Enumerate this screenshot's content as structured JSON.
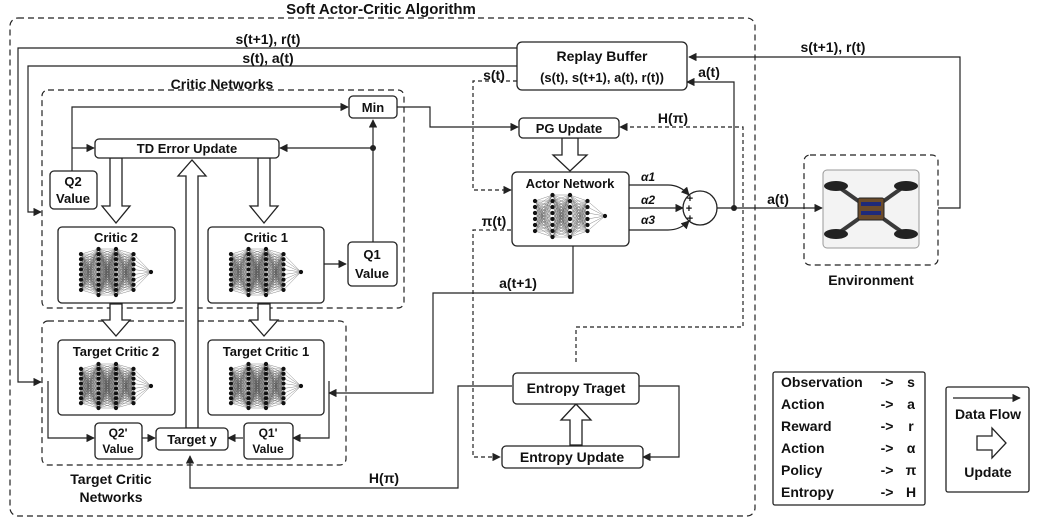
{
  "title": "Soft Actor-Critic Algorithm",
  "groups": {
    "critic": "Critic Networks",
    "target_critic_line1": "Target Critic",
    "target_critic_line2": "Networks"
  },
  "boxes": {
    "replay_line1": "Replay Buffer",
    "replay_line2": "(s(t), s(t+1), a(t), r(t))",
    "min": "Min",
    "td": "TD Error Update",
    "pg": "PG Update",
    "actor": "Actor Network",
    "q2_line1": "Q2",
    "q2_line2": "Value",
    "q1_line1": "Q1",
    "q1_line2": "Value",
    "critic2": "Critic 2",
    "critic1": "Critic 1",
    "target_critic2": "Target Critic 2",
    "target_critic1": "Target Critic 1",
    "q2p_line1": "Q2'",
    "q2p_line2": "Value",
    "q1p_line1": "Q1'",
    "q1p_line2": "Value",
    "target_y": "Target y",
    "entropy_target": "Entropy Traget",
    "entropy_update": "Entropy Update",
    "environment": "Environment"
  },
  "labels": {
    "st1_rt_left": "s(t+1), r(t)",
    "st_at_left": "s(t), a(t)",
    "st1_rt_right": "s(t+1), r(t)",
    "s_t": "s(t)",
    "a_t_top": "a(t)",
    "h_pi_top": "H(π)",
    "alpha1": "α1",
    "alpha2": "α2",
    "alpha3": "α3",
    "plus1": "+",
    "plus2": "+",
    "plus3": "+",
    "a_t_env": "a(t)",
    "pi_t": "π(t)",
    "a_t1": "a(t+1)",
    "h_pi_bottom": "H(π)"
  },
  "legend": {
    "items": [
      {
        "term": "Observation",
        "arrow": "->",
        "symbol": "s"
      },
      {
        "term": "Action",
        "arrow": "->",
        "symbol": "a"
      },
      {
        "term": "Reward",
        "arrow": "->",
        "symbol": "r"
      },
      {
        "term": "Action",
        "arrow": "->",
        "symbol": "α"
      },
      {
        "term": "Policy",
        "arrow": "->",
        "symbol": "π"
      },
      {
        "term": "Entropy",
        "arrow": "->",
        "symbol": "H"
      }
    ],
    "data_flow": "Data Flow",
    "update": "Update"
  }
}
